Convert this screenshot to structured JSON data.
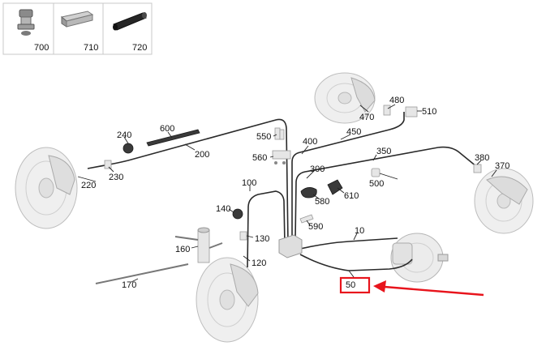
{
  "thumbnails": [
    {
      "id": "700",
      "label": "700",
      "icon": "bolt-fitting-icon"
    },
    {
      "id": "710",
      "label": "710",
      "icon": "hex-spacer-icon"
    },
    {
      "id": "720",
      "label": "720",
      "icon": "rubber-hose-icon"
    }
  ],
  "callouts": {
    "c10": "10",
    "c50": "50",
    "c100": "100",
    "c120": "120",
    "c130": "130",
    "c140": "140",
    "c160": "160",
    "c170": "170",
    "c200": "200",
    "c220": "220",
    "c230": "230",
    "c240": "240",
    "c300": "300",
    "c350": "350",
    "c370": "370",
    "c380": "380",
    "c400": "400",
    "c450": "450",
    "c470": "470",
    "c480": "480",
    "c500": "500",
    "c510": "510",
    "c550": "550",
    "c560": "560",
    "c580": "580",
    "c590": "590",
    "c600": "600",
    "c610": "610"
  },
  "highlight": {
    "callout": "50",
    "color": "#e8141c"
  }
}
